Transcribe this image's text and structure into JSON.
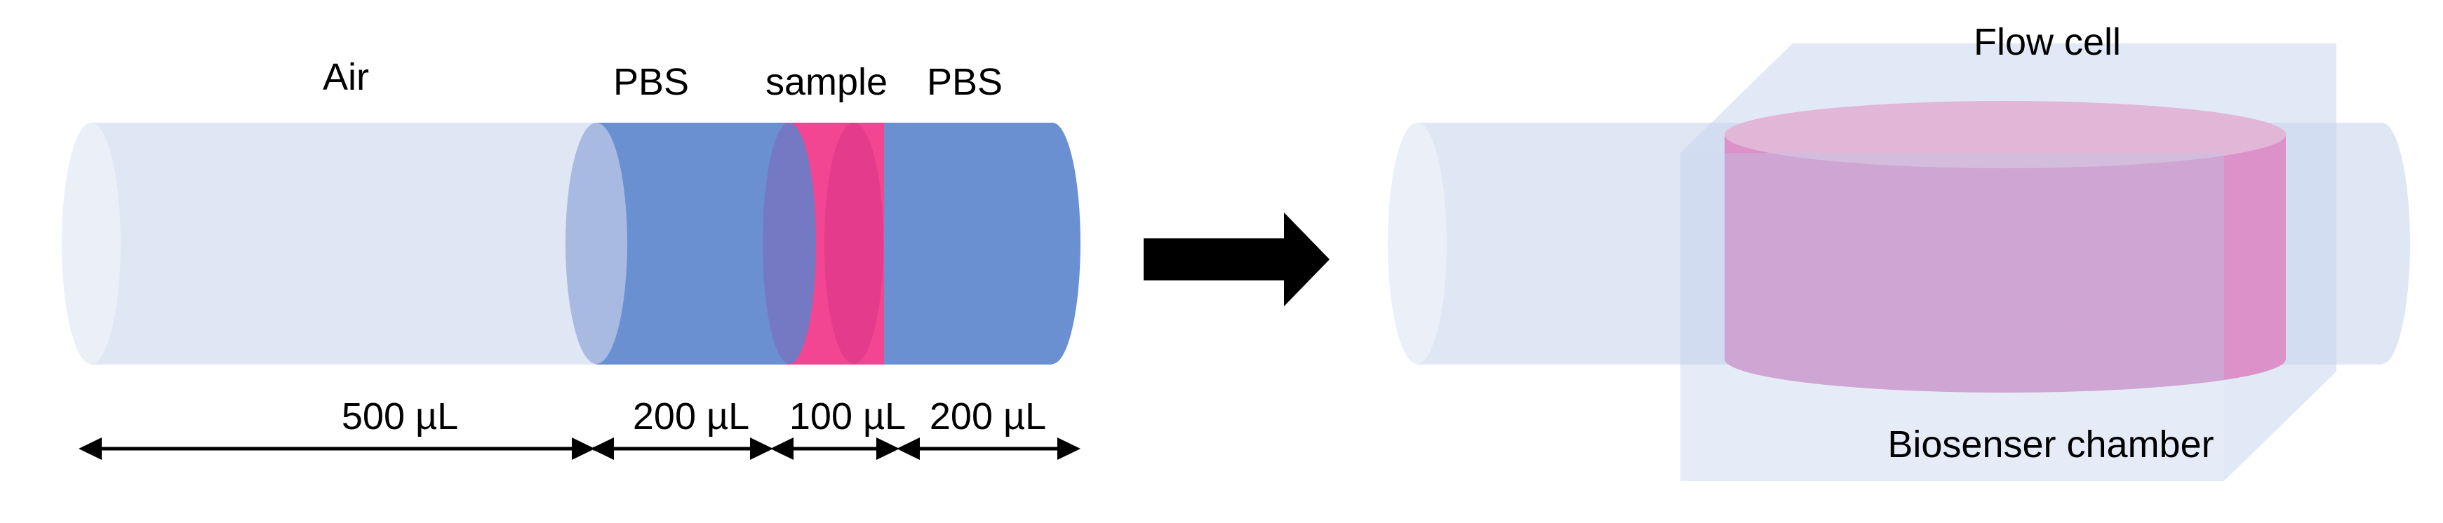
{
  "tube": {
    "segments": [
      {
        "label": "Air",
        "volume": "500 µL"
      },
      {
        "label": "PBS",
        "volume": "200 µL"
      },
      {
        "label": "sample",
        "volume": "100 µL"
      },
      {
        "label": "PBS",
        "volume": "200 µL"
      }
    ]
  },
  "flow_cell": {
    "title": "Flow cell",
    "chamber_label": "Biosenser chamber"
  },
  "colors": {
    "air_tube": "#dfe6f4",
    "air_cap": "#eaeff8",
    "pbs": "#6a90d2",
    "pbs_cap": "#a8b9e2",
    "sample": "#f24592",
    "sample_cap": "#e43b8c",
    "overlap": "#7579c3",
    "chamber_fill": "#dc92c8",
    "chamber_top": "#e2b6d6",
    "box_face": "#c9d6ee",
    "arrow": "#000000"
  }
}
